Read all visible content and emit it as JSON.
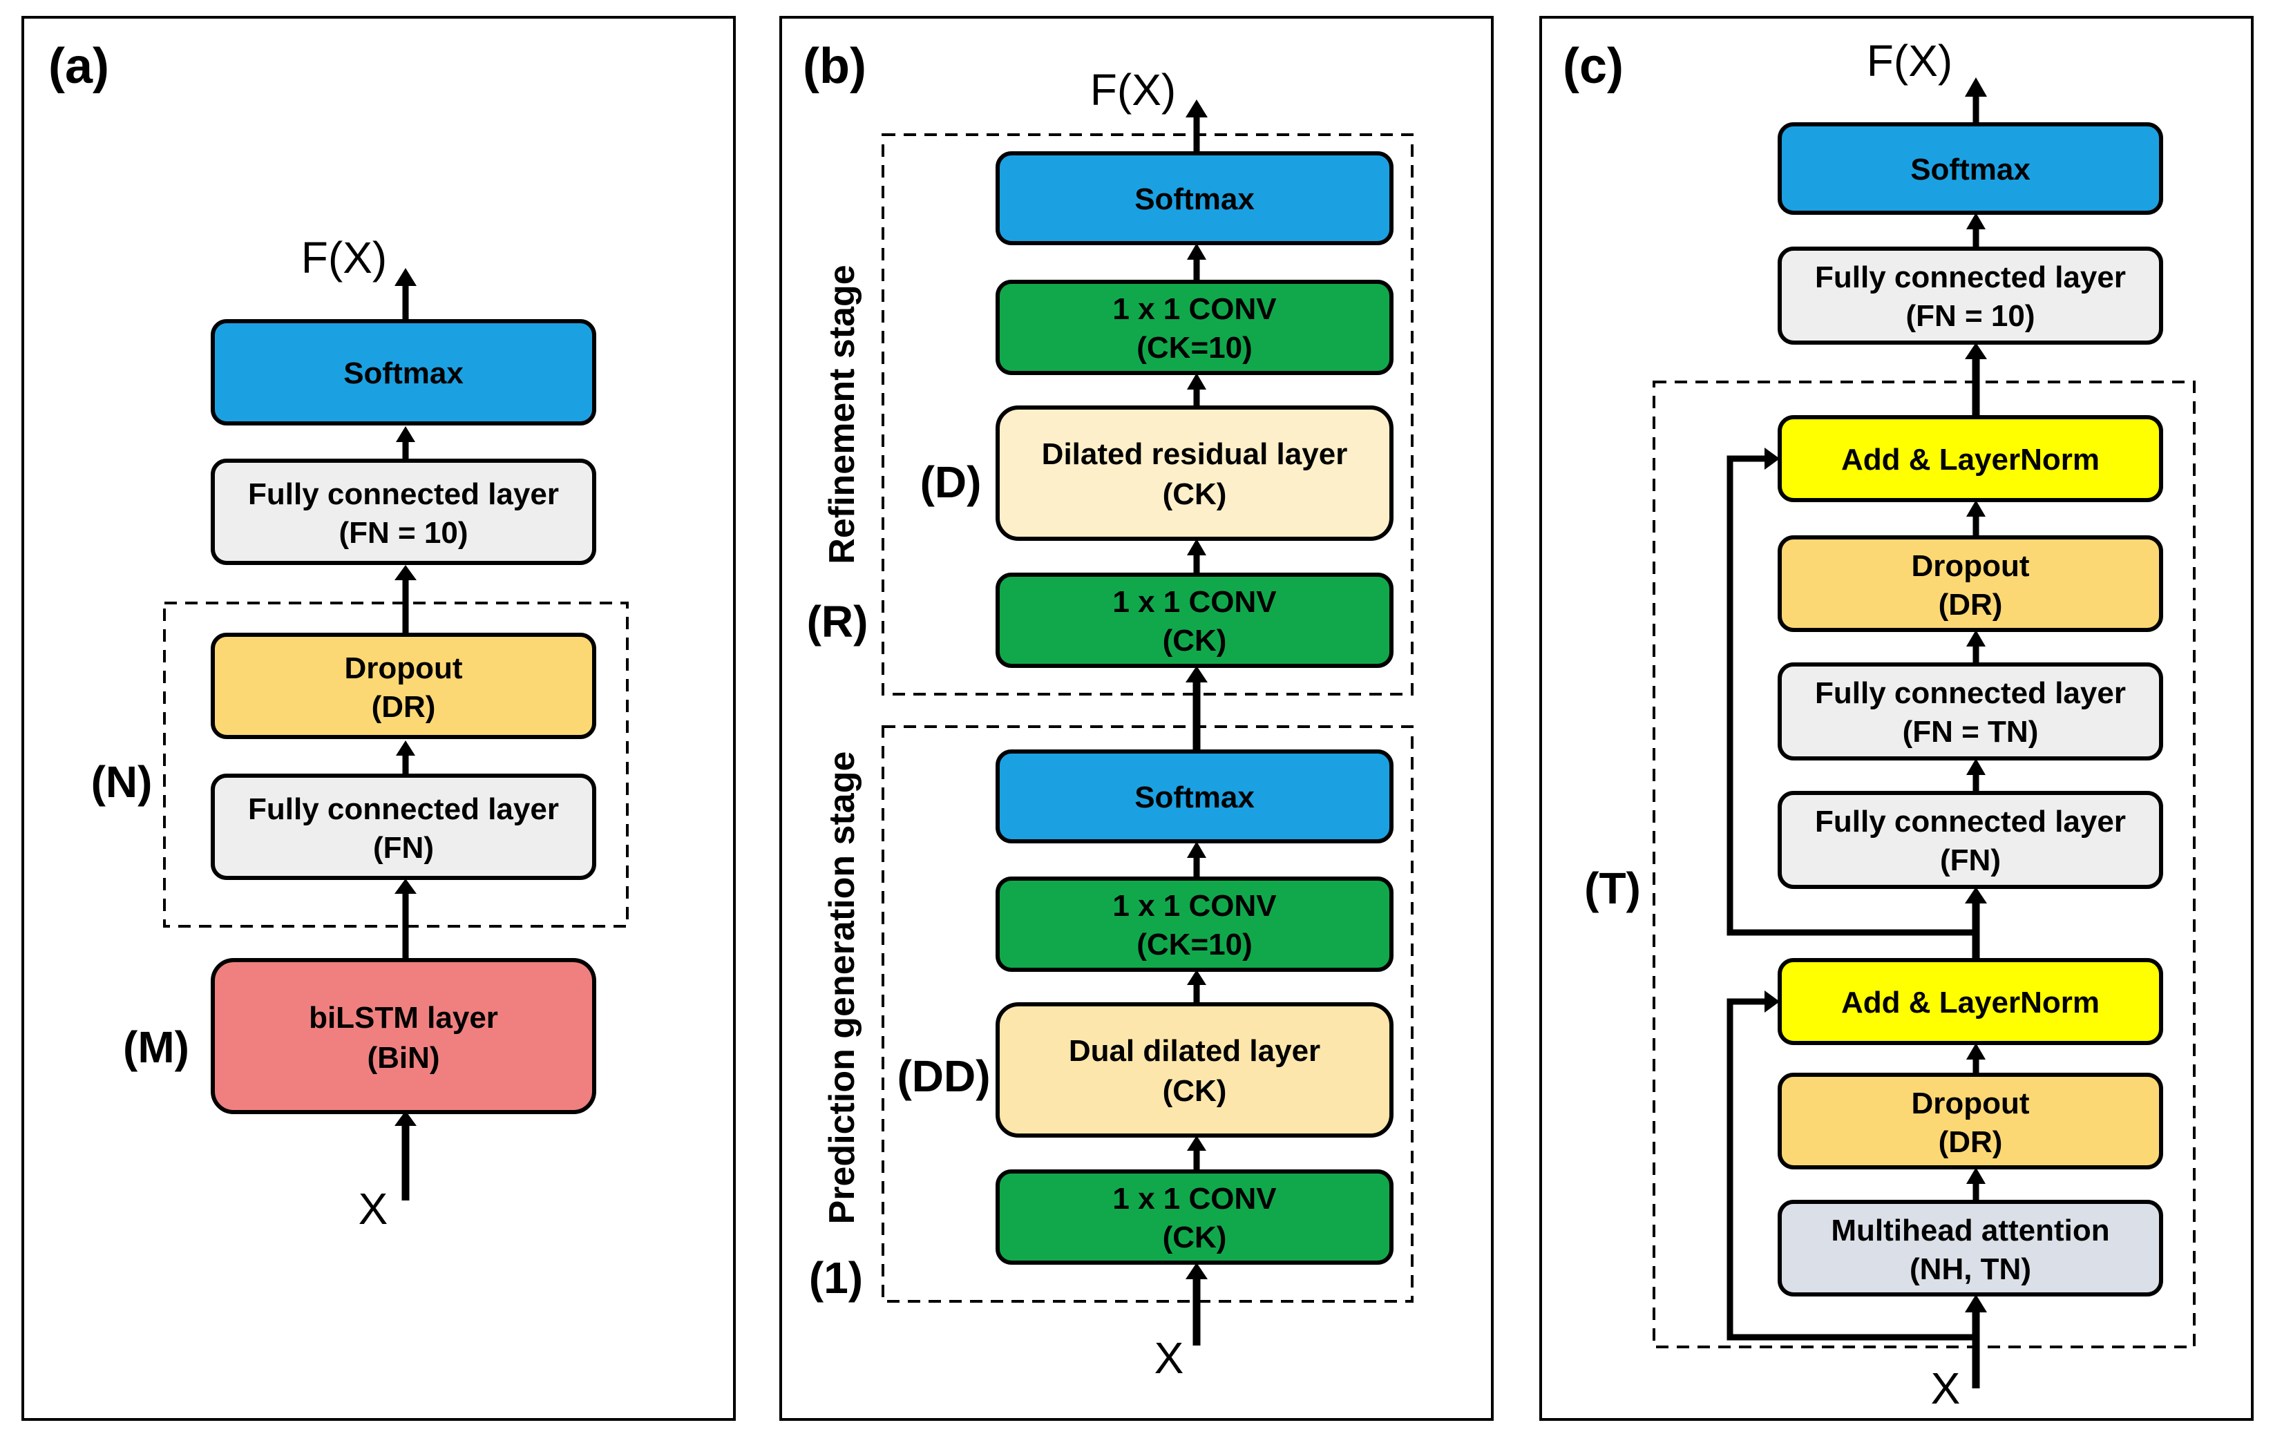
{
  "colors": {
    "softmax": "#1ba1e2",
    "fully_connected": "#eeeeee",
    "dropout": "#fcd874",
    "bilstm": "#f08080",
    "conv": "#11a84c",
    "dilated_residual": "#fdefc9",
    "dual_dilated": "#fde6ab",
    "add_layernorm": "#ffff00",
    "multihead": "#dbe0e8"
  },
  "panel_a": {
    "label": "(a)",
    "output": "F(X)",
    "input": "X",
    "softmax": "Softmax",
    "fc_out": {
      "line1": "Fully connected layer",
      "line2": "(FN = 10)"
    },
    "dropout": {
      "line1": "Dropout",
      "line2": "(DR)"
    },
    "fc": {
      "line1": "Fully connected layer",
      "line2": "(FN)"
    },
    "bilstm": {
      "line1": "biLSTM layer",
      "line2": "(BiN)"
    },
    "repeat_n": "(N)",
    "repeat_m": "(M)"
  },
  "panel_b": {
    "label": "(b)",
    "output": "F(X)",
    "input": "X",
    "refinement_stage": "Refinement stage",
    "prediction_stage": "Prediction generation stage",
    "ref_softmax": "Softmax",
    "ref_conv_out": {
      "line1": "1 x 1 CONV",
      "line2": "(CK=10)"
    },
    "ref_dilated": {
      "line1": "Dilated residual layer",
      "line2": "(CK)"
    },
    "ref_conv_in": {
      "line1": "1 x 1 CONV",
      "line2": "(CK)"
    },
    "pred_softmax": "Softmax",
    "pred_conv_out": {
      "line1": "1 x 1 CONV",
      "line2": "(CK=10)"
    },
    "pred_dual": {
      "line1": "Dual dilated layer",
      "line2": "(CK)"
    },
    "pred_conv_in": {
      "line1": "1 x 1 CONV",
      "line2": "(CK)"
    },
    "repeat_d": "(D)",
    "repeat_r": "(R)",
    "repeat_dd": "(DD)",
    "repeat_1": "(1)"
  },
  "panel_c": {
    "label": "(c)",
    "output": "F(X)",
    "input": "X",
    "softmax": "Softmax",
    "fc_out": {
      "line1": "Fully connected layer",
      "line2": "(FN = 10)"
    },
    "addnorm_top": "Add & LayerNorm",
    "dropout_top": {
      "line1": "Dropout",
      "line2": "(DR)"
    },
    "fc_tn": {
      "line1": "Fully connected layer",
      "line2": "(FN = TN)"
    },
    "fc_fn": {
      "line1": "Fully connected layer",
      "line2": "(FN)"
    },
    "addnorm_bottom": "Add & LayerNorm",
    "dropout_bottom": {
      "line1": "Dropout",
      "line2": "(DR)"
    },
    "multihead": {
      "line1": "Multihead attention",
      "line2": "(NH, TN)"
    },
    "repeat_t": "(T)"
  }
}
